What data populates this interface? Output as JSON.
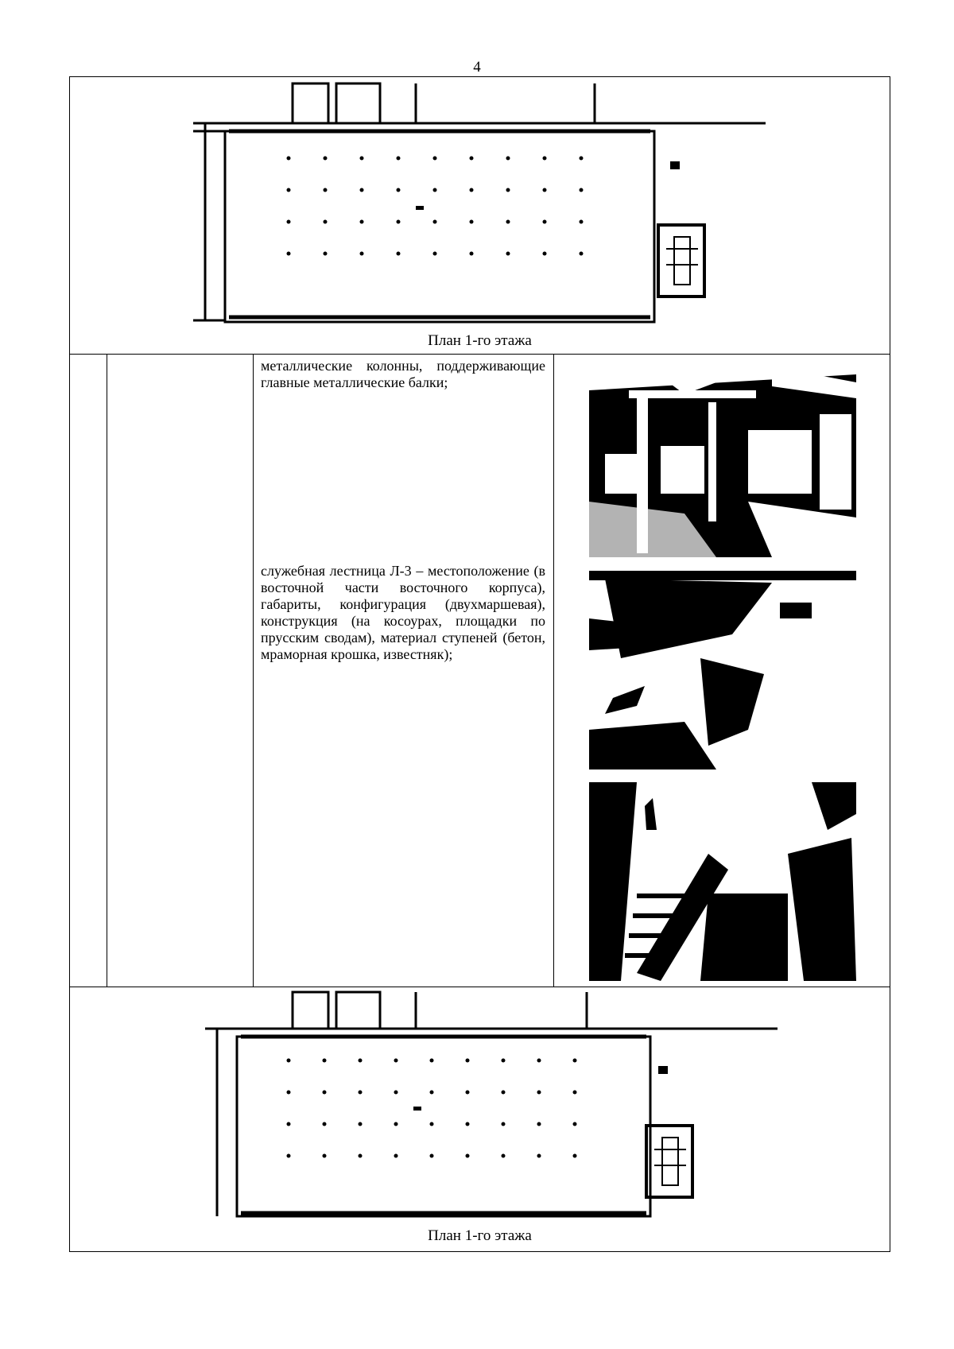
{
  "page": {
    "number": "4"
  },
  "top_plan": {
    "caption": "План 1-го этажа"
  },
  "middle": {
    "text_columns": "металлические колонны, поддерживающие главные металлические балки;",
    "text_stair": "служебная лестница Л-3 – местоположение (в восточной части восточного корпуса), габариты, конфигурация (двухмаршевая), конструкция (на косоурах, площадки по прусским сводам), материал ступеней (бетон, мраморная крошка, известняк);"
  },
  "bottom_plan": {
    "caption": "План 1-го этажа"
  },
  "colors": {
    "ink": "#000000",
    "paper": "#ffffff"
  }
}
